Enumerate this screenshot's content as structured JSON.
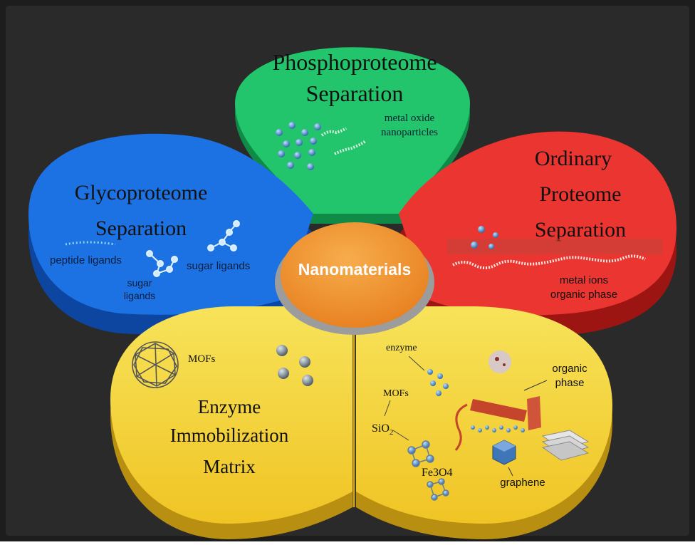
{
  "colors": {
    "background": "#262626",
    "green": "#1fbd66",
    "blue": "#1b6fe0",
    "red": "#e8322d",
    "yellow": "#f2cf2a",
    "center": "#f0902c"
  },
  "center": {
    "label": "Nanomaterials"
  },
  "petals": {
    "phospho": {
      "title_line1": "Phosphoproteome",
      "title_line2": "Separation",
      "note_line1": "metal oxide",
      "note_line2": "nanoparticles"
    },
    "glyco": {
      "title_line1": "Glycoproteome",
      "title_line2": "Separation",
      "label_peptide": "peptide ligands",
      "label_sugar": "sugar ligands",
      "label_sugar2_line1": "sugar",
      "label_sugar2_line2": "ligands"
    },
    "ordinary": {
      "title_line1": "Ordinary",
      "title_line2": "Proteome",
      "title_line3": "Separation",
      "note_line1": "metal ions",
      "note_line2": "organic phase"
    },
    "enzyme": {
      "title_line1": "Enzyme",
      "title_line2": "Immobilization",
      "title_line3": "Matrix",
      "label_mofs": "MOFs"
    },
    "materials": {
      "label_enzyme": "enzyme",
      "label_mofs": "MOFs",
      "label_sio2": "SiO",
      "label_sio2_sub": "2",
      "label_fe3o4": "Fe3O4",
      "label_organic_line1": "organic",
      "label_organic_line2": "phase",
      "label_graphene": "graphene"
    }
  }
}
